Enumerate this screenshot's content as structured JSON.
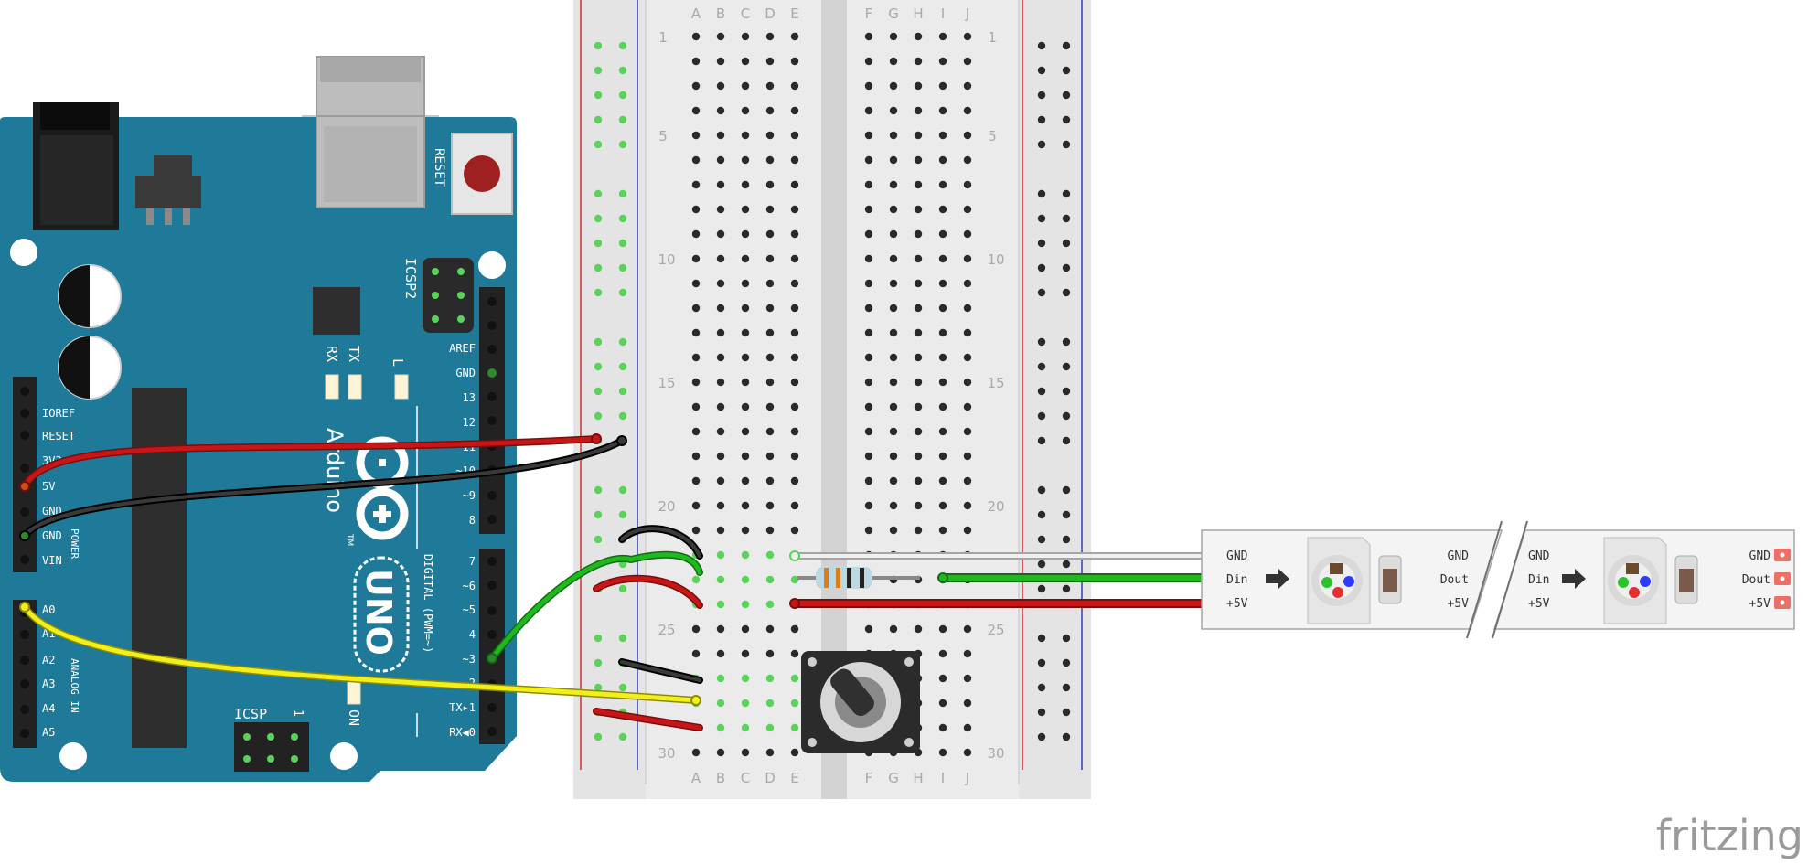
{
  "arduino": {
    "reset_label": "RESET",
    "icsp2_label": "ICSP2",
    "icsp_label": "ICSP",
    "rx_label": "RX",
    "tx_label": "TX",
    "l_label": "L",
    "on_label": "ON",
    "brand": "Arduino",
    "trademark": "TM",
    "model": "UNO",
    "icsp_pin1": "1",
    "power_header": [
      "IOREF",
      "RESET",
      "3V3",
      "5V",
      "GND",
      "GND",
      "VIN"
    ],
    "power_label": "POWER",
    "analog_header": [
      "A0",
      "A1",
      "A2",
      "A3",
      "A4",
      "A5"
    ],
    "analog_label": "ANALOG IN",
    "digital_top": [
      "AREF",
      "GND",
      "13",
      "12",
      "~11",
      "~10",
      "~9",
      "8"
    ],
    "digital_bottom": [
      "7",
      "~6",
      "~5",
      "4",
      "~3",
      "2",
      "TX▸1",
      "RX◀0"
    ],
    "digital_label": "DIGITAL (PWM=~)"
  },
  "breadboard": {
    "col_letters_left": [
      "A",
      "B",
      "C",
      "D",
      "E"
    ],
    "col_letters_right": [
      "F",
      "G",
      "H",
      "I",
      "J"
    ],
    "row_numbers": [
      "1",
      "5",
      "10",
      "15",
      "20",
      "25",
      "30"
    ]
  },
  "led_strip": {
    "left_labels": [
      "GND",
      "Din",
      "+5V"
    ],
    "right_labels": [
      "GND",
      "Dout",
      "+5V"
    ]
  },
  "watermark": "fritzing",
  "colors": {
    "arduino_blue": "#1e7a98",
    "wire_red": "#c81616",
    "wire_black": "#2a2a2a",
    "wire_green": "#1fb81f",
    "wire_yellow": "#f2ef1a",
    "wire_white": "#f0f0f0",
    "breadboard": "#e4e4e4"
  }
}
